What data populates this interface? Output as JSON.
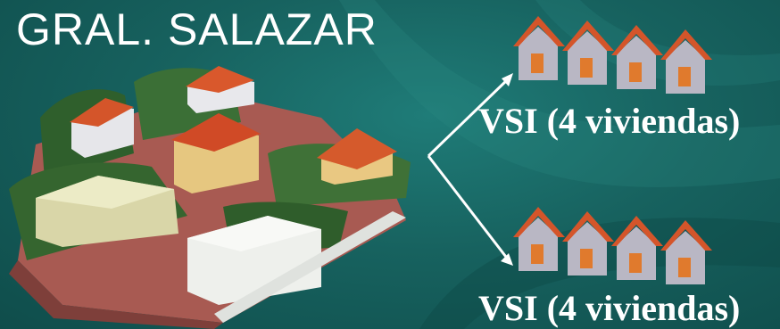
{
  "title": "GRAL. SALAZAR",
  "groups": [
    {
      "label": "VSI (4 viviendas)",
      "house_count": 4
    },
    {
      "label": "VSI (4 viviendas)",
      "house_count": 4
    }
  ],
  "colors": {
    "background": "#17625f",
    "text": "#ffffff",
    "roof": "#d4552a",
    "wall": "#b9b7c4"
  },
  "icons": {
    "village": "village-clipart",
    "house": "house-icon",
    "arrow": "arrow-icon"
  }
}
